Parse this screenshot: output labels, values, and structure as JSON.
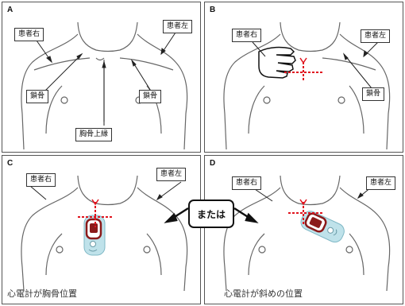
{
  "panels": [
    {
      "letter": "A",
      "patient_right": "患者右",
      "patient_left": "患者左",
      "clavicle_left": "鎖骨",
      "clavicle_right": "鎖骨",
      "sternum_top": "胸骨上縁"
    },
    {
      "letter": "B",
      "patient_right": "患者右",
      "patient_left": "患者左",
      "clavicle": "鎖骨"
    },
    {
      "letter": "C",
      "patient_right": "患者右",
      "patient_left": "患者左",
      "caption": "心電計が胸骨位置"
    },
    {
      "letter": "D",
      "patient_right": "患者右",
      "patient_left": "患者左",
      "caption": "心電計が斜めの位置"
    }
  ],
  "or_label": "または",
  "colors": {
    "marker": "#e0141e",
    "device": "#8b1a1a",
    "pad": "#bfe2ea",
    "outline": "#666666"
  },
  "icons": [
    "chest-outline",
    "hand-icon",
    "ecg-device-icon",
    "cross-marker"
  ]
}
